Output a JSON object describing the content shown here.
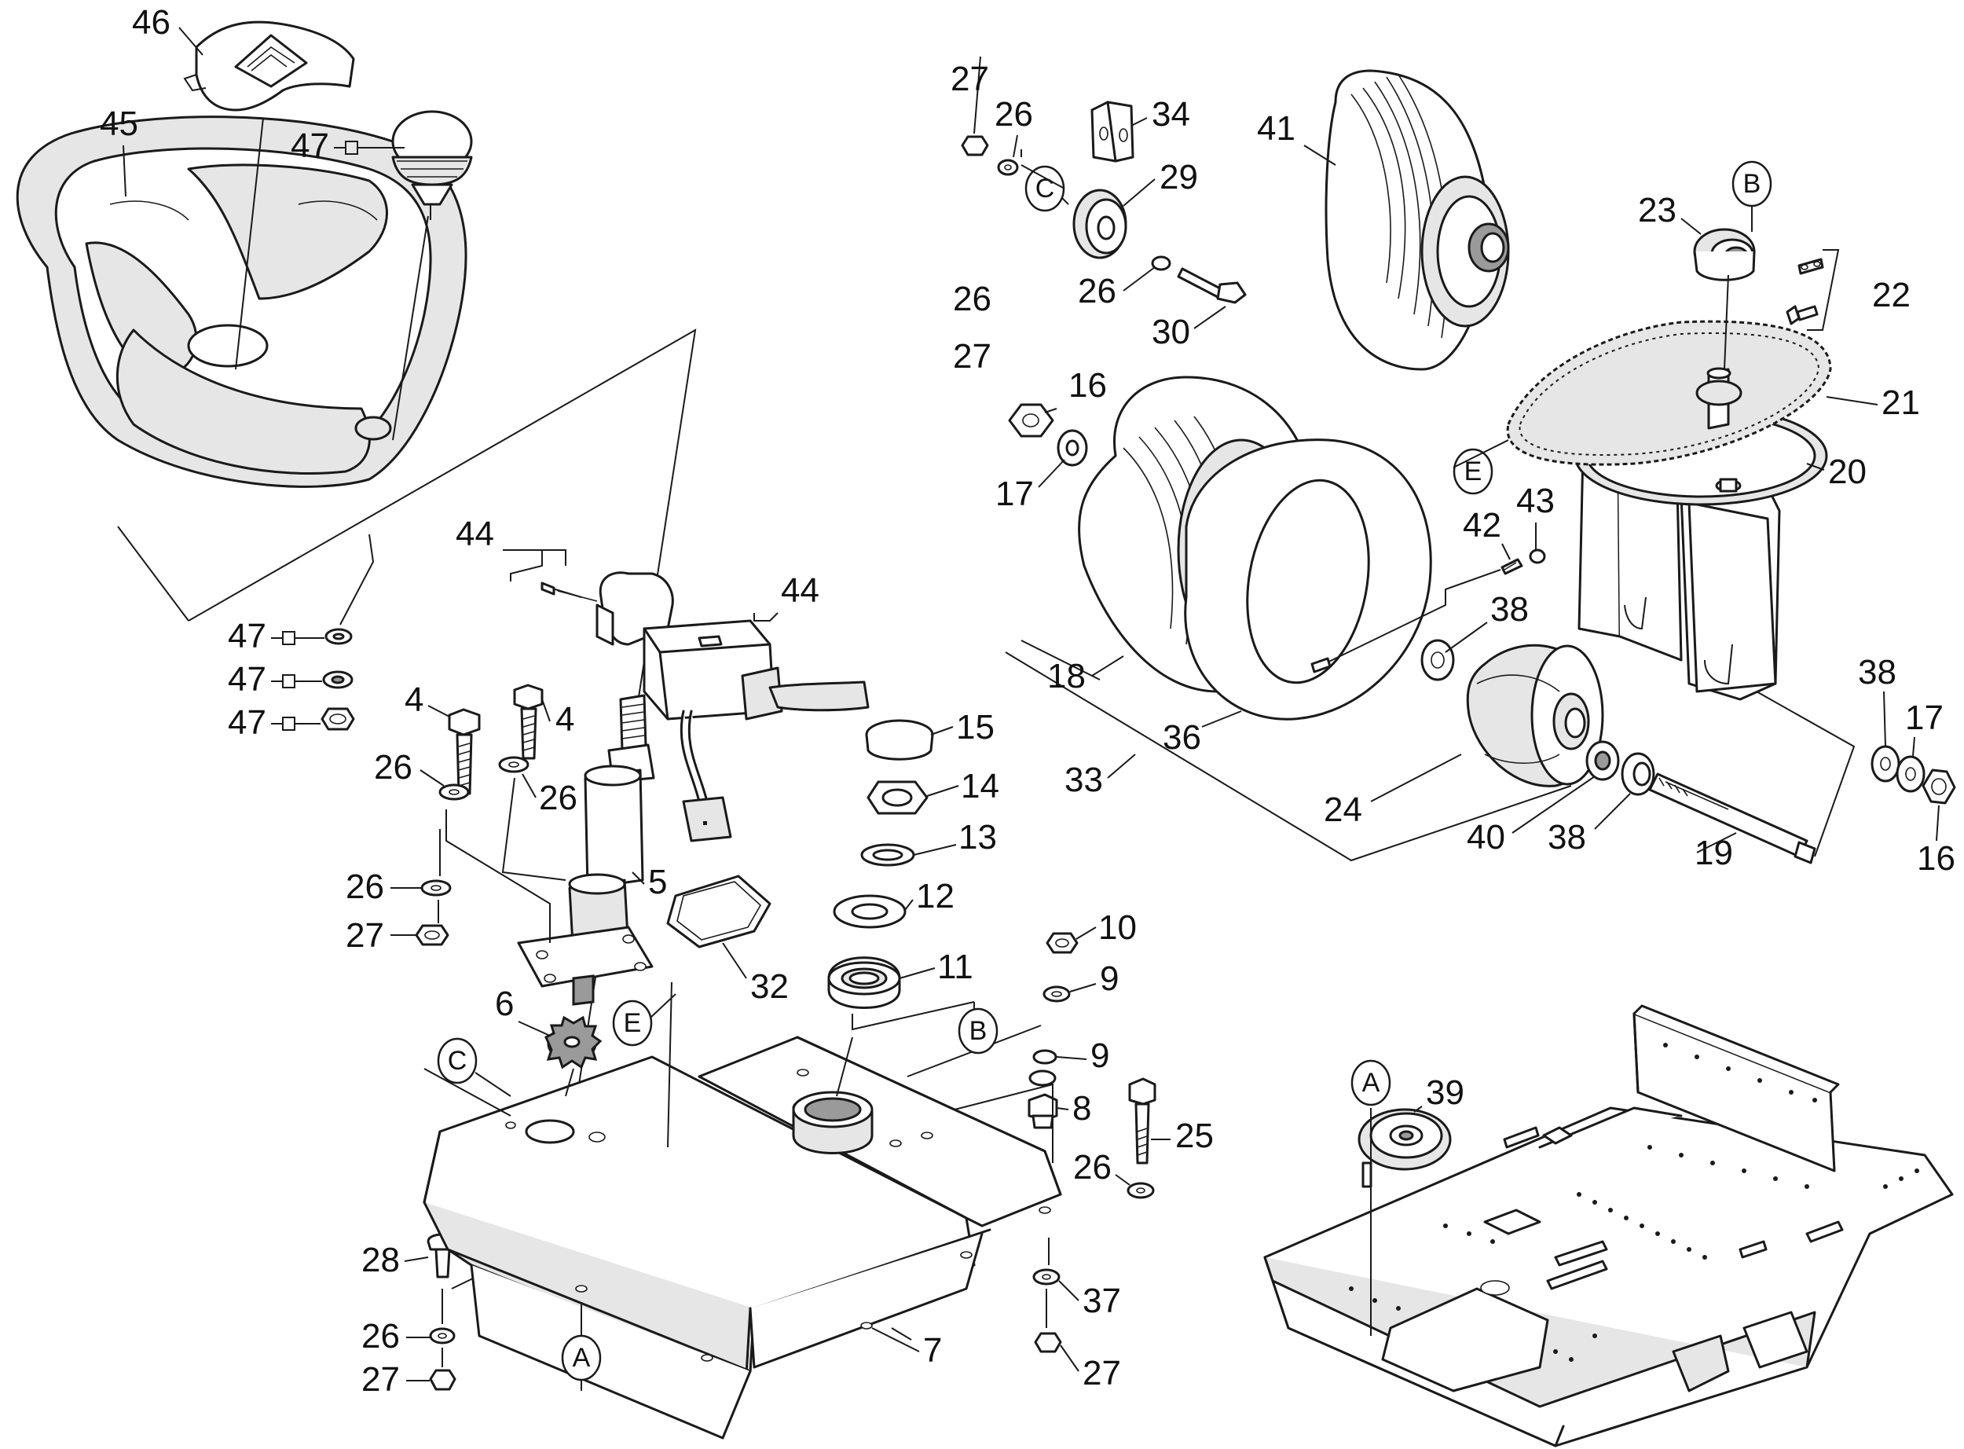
{
  "callouts": {
    "c46": "46",
    "c45": "45",
    "c47a": "47",
    "c47b": "47",
    "c47c": "47",
    "c47d": "47",
    "c44a": "44",
    "c44b": "44",
    "c4a": "4",
    "c4b": "4",
    "c26a": "26",
    "c26b": "26",
    "c26c": "26",
    "c26d": "26",
    "c26e": "26",
    "c26f": "26",
    "c26g": "26",
    "c26h": "26",
    "c27a": "27",
    "c27b": "27",
    "c27c": "27",
    "c27d": "27",
    "c27e": "27",
    "c5": "5",
    "c32": "32",
    "c6": "6",
    "c15": "15",
    "c14": "14",
    "c13": "13",
    "c12": "12",
    "c11": "11",
    "c10": "10",
    "c9a": "9",
    "c9b": "9",
    "c8": "8",
    "c25": "25",
    "c28": "28",
    "c37": "37",
    "c7": "7",
    "c34": "34",
    "c29": "29",
    "c30": "30",
    "c41": "41",
    "c16a": "16",
    "c16b": "16",
    "c17a": "17",
    "c17b": "17",
    "c18": "18",
    "c33": "33",
    "c36": "36",
    "c24": "24",
    "c40": "40",
    "c38a": "38",
    "c38b": "38",
    "c38c": "38",
    "c19": "19",
    "c42": "42",
    "c43": "43",
    "c23": "23",
    "c22": "22",
    "c21": "21",
    "c20": "20",
    "c39": "39"
  },
  "refs": {
    "rA1": "A",
    "rA2": "A",
    "rB1": "B",
    "rB2": "B",
    "rC1": "C",
    "rC2": "C",
    "rE1": "E",
    "rE2": "E"
  }
}
